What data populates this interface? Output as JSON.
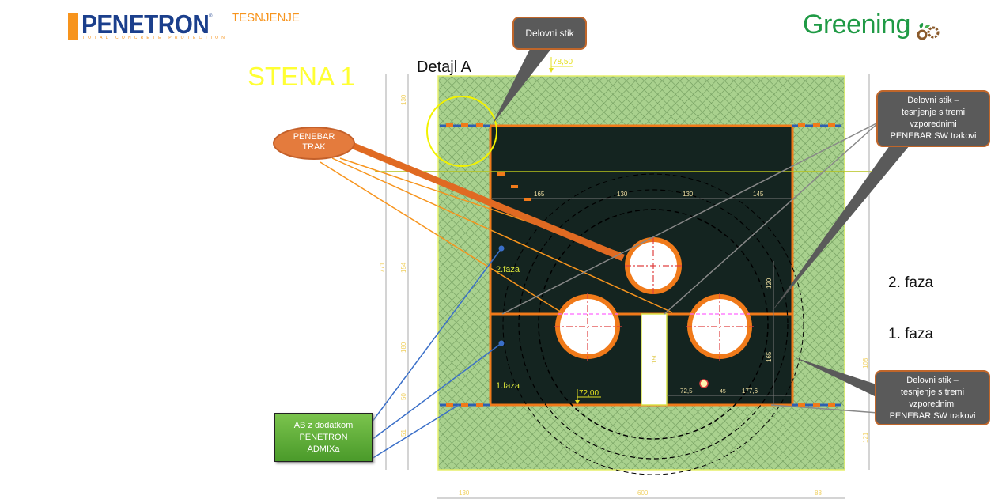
{
  "header": {
    "logo_left": {
      "word": "PENETRON",
      "tagline": "TOTAL CONCRETE PROTECTION",
      "registered": "®"
    },
    "subtitle": "TESNJENJE",
    "logo_right": {
      "word": "Greening"
    }
  },
  "drawing": {
    "title": "STENA 1",
    "detail_label": "Detajl A",
    "level_top": "78,50",
    "level_bottom": "72,00",
    "phase_labels_inner": [
      "2.faza",
      "1.faza"
    ],
    "phase_labels_outer": [
      "2. faza",
      "1. faza"
    ],
    "horizontal_dims_inner": [
      "165",
      "130",
      "130",
      "145"
    ],
    "vertical_dims_left_outer": [
      "771"
    ],
    "vertical_dims_left_inner": [
      "130",
      "154",
      "180",
      "50",
      "51"
    ],
    "vertical_dims_right": [
      "120",
      "165",
      "108",
      "121"
    ],
    "bottom_small_dims": [
      "72,5",
      "45",
      "177,6"
    ],
    "slot_dim": "150",
    "bottom_dims": [
      "130",
      "600",
      "88"
    ]
  },
  "callouts": {
    "top": "Delovni stik",
    "right_top": [
      "Delovni stik –",
      "tesnjenje s tremi",
      "vzporednimi",
      "PENEBAR SW trakovi"
    ],
    "right_bottom": [
      "Delovni stik –",
      "tesnjenje s tremi",
      "vzporednimi",
      "PENEBAR SW trakovi"
    ],
    "penebar": [
      "PENEBAR",
      "TRAK"
    ],
    "admix": [
      "AB z dodatkom",
      "PENETRON",
      "ADMIXa"
    ]
  },
  "colors": {
    "penetron_blue": "#1b3f8c",
    "penetron_orange": "#f7941d",
    "greening_green": "#1f9a45",
    "wall_fill": "#142420",
    "soil_fill": "#a9d18e",
    "tape_orange": "#f07a1a",
    "callout_gray": "#5a5a5a"
  }
}
